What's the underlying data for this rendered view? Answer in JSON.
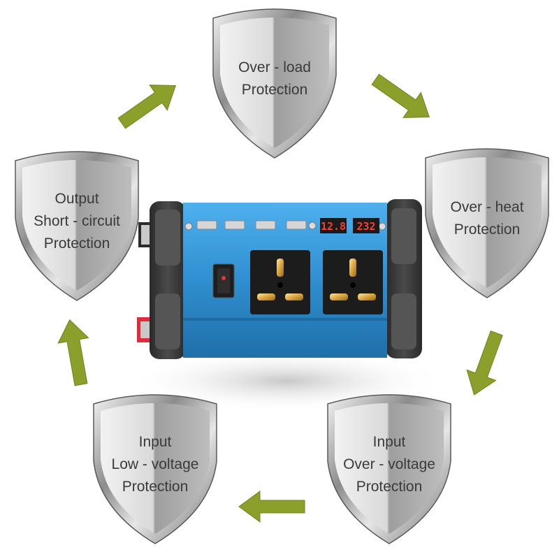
{
  "shields": [
    {
      "id": "over-load",
      "lines": [
        "Over - load",
        "Protection"
      ]
    },
    {
      "id": "over-heat",
      "lines": [
        "Over - heat",
        "Protection"
      ]
    },
    {
      "id": "input-over-voltage",
      "lines": [
        "Input",
        "Over - voltage",
        "Protection"
      ]
    },
    {
      "id": "input-low-voltage",
      "lines": [
        "Input",
        "Low - voltage",
        "Protection"
      ]
    },
    {
      "id": "output-short-circuit",
      "lines": [
        "Output",
        "Short - circuit",
        "Protection"
      ]
    }
  ],
  "inverter": {
    "display_left": "12.8",
    "display_right": "232",
    "usb_port_count": 4,
    "socket_count": 2
  },
  "colors": {
    "arrow": "#8aa02a",
    "housing": "#2f8fd0",
    "end_cap": "#3a3a3a",
    "lcd_text": "#ff3b2f"
  }
}
